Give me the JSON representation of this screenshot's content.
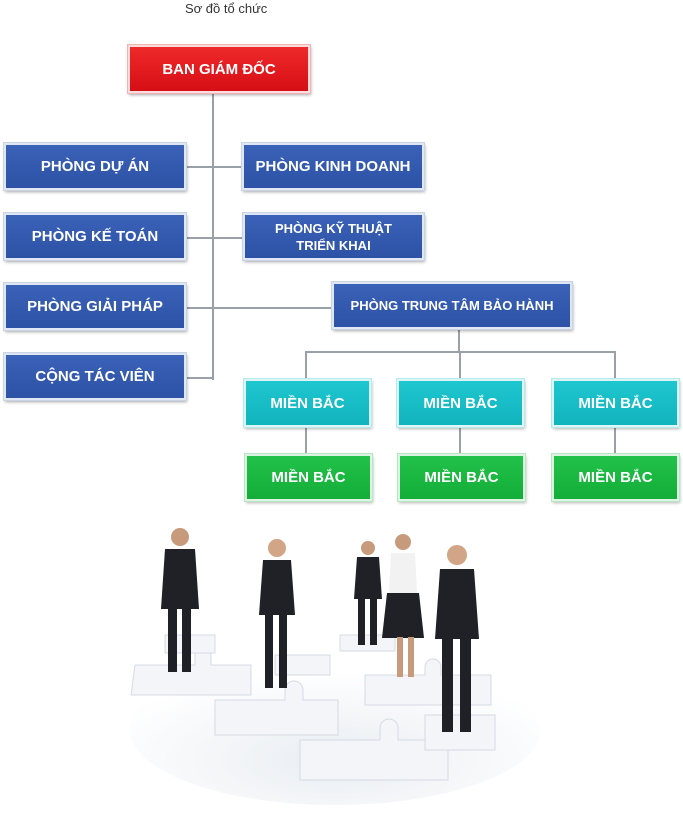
{
  "caption": "Sơ đồ tổ chức",
  "top": "BAN GIÁM ĐỐC",
  "left_column": [
    "PHÒNG DỰ ÁN",
    "PHÒNG KẾ TOÁN",
    "PHÒNG GIẢI PHÁP",
    "CỘNG TÁC VIÊN"
  ],
  "right_column": {
    "business": "PHÒNG KINH DOANH",
    "tech_line1": "PHÒNG KỸ THUẬT",
    "tech_line2": "TRIỂN KHAI",
    "warranty": "PHÒNG TRUNG TÂM BẢO HÀNH"
  },
  "regions_row1": [
    "MIỀN BẮC",
    "MIỀN BẮC",
    "MIỀN BẮC"
  ],
  "regions_row2": [
    "MIỀN BẮC",
    "MIỀN BẮC",
    "MIỀN BẮC"
  ],
  "colors": {
    "red": "#e01a1f",
    "blue": "#2f55a8",
    "teal": "#17bcc5",
    "green": "#19b540"
  }
}
